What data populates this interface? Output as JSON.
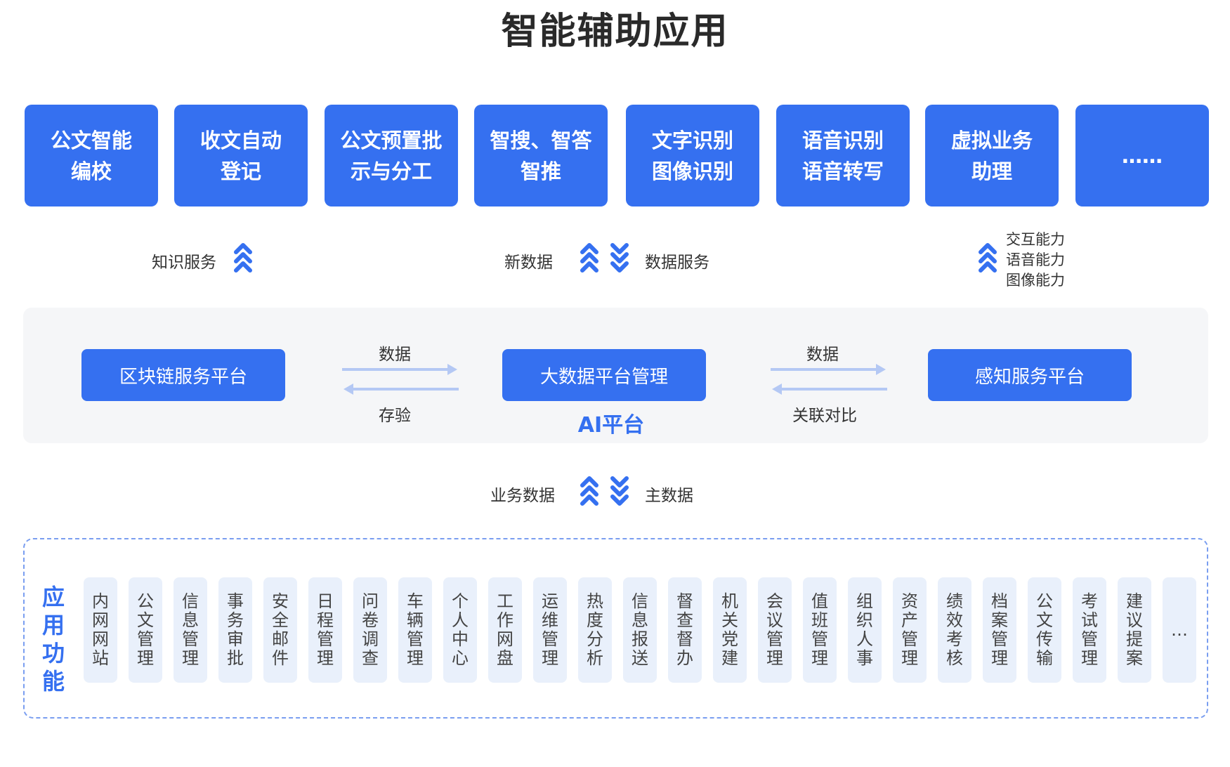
{
  "title": "智能辅助应用",
  "top_cards": [
    {
      "line1": "公文智能",
      "line2": "编校"
    },
    {
      "line1": "收文自动",
      "line2": "登记"
    },
    {
      "line1": "公文预置批",
      "line2": "示与分工"
    },
    {
      "line1": "智搜、智答",
      "line2": "智推"
    },
    {
      "line1": "文字识别",
      "line2": "图像识别"
    },
    {
      "line1": "语音识别",
      "line2": "语音转写"
    },
    {
      "line1": "虚拟业务",
      "line2": "助理"
    },
    {
      "line1": "……",
      "line2": ""
    }
  ],
  "connectors": {
    "knowledge_service": "知识服务",
    "new_data": "新数据",
    "data_service": "数据服务",
    "interaction": "交互能力",
    "voice": "语音能力",
    "image": "图像能力",
    "business_data": "业务数据",
    "master_data": "主数据"
  },
  "ai_platform": {
    "label": "AI平台",
    "blockchain": "区块链服务平台",
    "bigdata": "大数据平台管理",
    "perception": "感知服务平台",
    "left_top": "数据",
    "left_bottom": "存验",
    "right_top": "数据",
    "right_bottom": "关联对比"
  },
  "functions": {
    "title": "应用功能",
    "items": [
      "内网网站",
      "公文管理",
      "信息管理",
      "事务审批",
      "安全邮件",
      "日程管理",
      "问卷调查",
      "车辆管理",
      "个人中心",
      "工作网盘",
      "运维管理",
      "热度分析",
      "信息报送",
      "督查督办",
      "机关党建",
      "会议管理",
      "值班管理",
      "组织人事",
      "资产管理",
      "绩效考核",
      "档案管理",
      "公文传输",
      "考试管理",
      "建议提案",
      "…"
    ]
  },
  "colors": {
    "primary": "#3570f0",
    "panel": "#f5f6f8",
    "item_bg": "#e9f0fb",
    "arrow_light": "#b4c8f4"
  }
}
